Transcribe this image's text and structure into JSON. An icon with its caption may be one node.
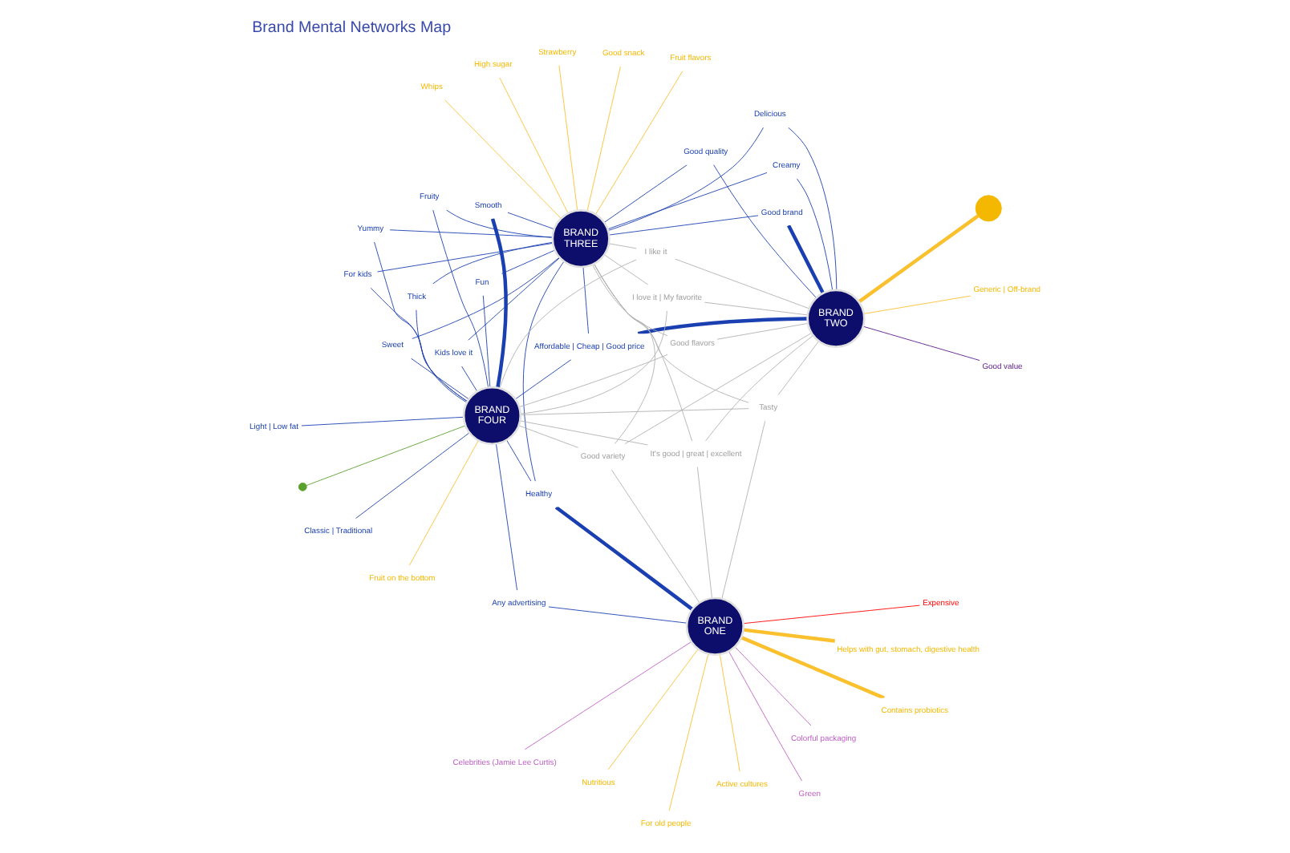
{
  "diagram": {
    "title": "Brand Mental Networks Map",
    "nodes": [
      {
        "text": [
          "BRAND ONE"
        ]
      },
      {
        "text": [
          "BRAND TWO"
        ]
      },
      {
        "text": [
          "BRAND THREE"
        ]
      },
      {
        "text": [
          "BRAND FOUR"
        ]
      },
      {
        "text": [
          "Helps with gut, stomach, digestive health"
        ]
      },
      {
        "text": [
          "Nutritious"
        ]
      },
      {
        "text": [
          "For old people"
        ]
      },
      {
        "text": [
          "Contains probiotics"
        ]
      },
      {
        "text": [
          "Active cultures"
        ]
      },
      {
        "text": [
          "Colorful packaging"
        ]
      },
      {
        "text": [
          "Green"
        ]
      },
      {
        "text": [
          "Celebrities (Jamie Lee Curtis)"
        ]
      },
      {
        "text": [
          "Expensive"
        ]
      },
      {
        "text": [
          "Generic | Off-brand"
        ]
      },
      {
        "text": [],
        "shape": "circle"
      },
      {
        "text": [
          "Good value"
        ]
      },
      {
        "text": [
          "Fruit flavors"
        ]
      },
      {
        "text": [
          "Good snack"
        ]
      },
      {
        "text": [
          "High sugar"
        ]
      },
      {
        "text": [
          "Strawberry"
        ]
      },
      {
        "text": [
          "Whips"
        ]
      },
      {
        "text": [],
        "shape": "circle"
      },
      {
        "text": [
          "Fruit on the bottom"
        ]
      },
      {
        "text": [
          "Any advertising"
        ]
      },
      {
        "text": [
          "Good quality"
        ]
      },
      {
        "text": [
          "Good brand"
        ]
      },
      {
        "text": [
          "Creamy"
        ]
      },
      {
        "text": [
          "Delicious"
        ]
      },
      {
        "text": [
          "Affordable | Cheap | Good price"
        ]
      },
      {
        "text": [
          "Healthy"
        ]
      },
      {
        "text": [
          "Fruity"
        ]
      },
      {
        "text": [
          "Fun"
        ]
      },
      {
        "text": [
          "Kids love it"
        ]
      },
      {
        "text": [
          "For kids"
        ]
      },
      {
        "text": [
          "Smooth"
        ]
      },
      {
        "text": [
          "Classic | Traditional"
        ]
      },
      {
        "text": [
          "Light | Low fat"
        ]
      },
      {
        "text": [
          "Yummy"
        ]
      },
      {
        "text": [
          "Thick"
        ]
      },
      {
        "text": [
          "Sweet"
        ]
      },
      {
        "text": [
          "It's good | great | excellent"
        ]
      },
      {
        "text": [
          "I like it"
        ]
      },
      {
        "text": [
          "I love it | My favorite"
        ]
      },
      {
        "text": [
          "Tasty"
        ]
      },
      {
        "text": [
          "Good flavors"
        ]
      },
      {
        "text": [
          "Good variety"
        ]
      }
    ],
    "edges": [
      {
        "from": 0,
        "to": 4,
        "arrow": "none",
        "style": "thick",
        "color": "#fbc02d"
      },
      {
        "from": 0,
        "to": 5,
        "arrow": "none",
        "color": "#fbc02d"
      },
      {
        "from": 0,
        "to": 6,
        "arrow": "none",
        "color": "#fbc02d"
      },
      {
        "from": 0,
        "to": 7,
        "arrow": "none",
        "style": "thick",
        "color": "#fbc02d"
      },
      {
        "from": 0,
        "to": 8,
        "arrow": "none",
        "color": "#fbc02d"
      },
      {
        "from": 0,
        "to": 9,
        "arrow": "none",
        "color": "#c060c8"
      },
      {
        "from": 0,
        "to": 10,
        "arrow": "none",
        "color": "#c060c8"
      },
      {
        "from": 0,
        "to": 11,
        "arrow": "none",
        "color": "#c060c8"
      },
      {
        "from": 0,
        "to": 12,
        "arrow": "none",
        "color": "#ff0000"
      },
      {
        "from": 1,
        "to": 13,
        "arrow": "none",
        "color": "#fbc02d"
      },
      {
        "from": 1,
        "to": 14,
        "arrow": "none",
        "style": "thick",
        "color": "#fbc02d"
      },
      {
        "from": 1,
        "to": 15,
        "arrow": "none",
        "color": "#5a1a8a"
      },
      {
        "from": 2,
        "to": 16,
        "arrow": "none",
        "color": "#fbc02d"
      },
      {
        "from": 2,
        "to": 17,
        "arrow": "none",
        "color": "#fbc02d"
      },
      {
        "from": 2,
        "to": 18,
        "arrow": "none",
        "color": "#fbc02d"
      },
      {
        "from": 2,
        "to": 19,
        "arrow": "none",
        "color": "#fbc02d"
      },
      {
        "from": 2,
        "to": 20,
        "arrow": "none",
        "color": "#fbc02d"
      },
      {
        "from": 3,
        "to": 21,
        "arrow": "none",
        "color": "#5aa02c"
      },
      {
        "from": 3,
        "to": 22,
        "arrow": "none",
        "color": "#fbc02d"
      },
      {
        "from": 0,
        "to": 23,
        "arrow": "none"
      },
      {
        "from": 3,
        "to": 23,
        "arrow": "none"
      },
      {
        "from": 1,
        "to": 24,
        "arrow": "none"
      },
      {
        "from": 2,
        "to": 24,
        "arrow": "none"
      },
      {
        "from": 1,
        "to": 25,
        "arrow": "none",
        "style": "thick"
      },
      {
        "from": 2,
        "to": 25,
        "arrow": "none"
      },
      {
        "from": 1,
        "to": 26,
        "arrow": "none"
      },
      {
        "from": 2,
        "to": 26,
        "arrow": "none"
      },
      {
        "from": 1,
        "to": 27,
        "arrow": "none"
      },
      {
        "from": 2,
        "to": 27,
        "arrow": "none"
      },
      {
        "from": 1,
        "to": 28,
        "arrow": "none",
        "style": "thick"
      },
      {
        "from": 2,
        "to": 28,
        "arrow": "none"
      },
      {
        "from": 3,
        "to": 28,
        "arrow": "none"
      },
      {
        "from": 0,
        "to": 29,
        "arrow": "none",
        "style": "thick"
      },
      {
        "from": 2,
        "to": 29,
        "arrow": "none"
      },
      {
        "from": 3,
        "to": 29,
        "arrow": "none"
      },
      {
        "from": 2,
        "to": 30,
        "arrow": "none"
      },
      {
        "from": 3,
        "to": 30,
        "arrow": "none"
      },
      {
        "from": 2,
        "to": 31,
        "arrow": "none"
      },
      {
        "from": 3,
        "to": 31,
        "arrow": "none"
      },
      {
        "from": 2,
        "to": 32,
        "arrow": "none"
      },
      {
        "from": 3,
        "to": 32,
        "arrow": "none"
      },
      {
        "from": 2,
        "to": 33,
        "arrow": "none"
      },
      {
        "from": 3,
        "to": 33,
        "arrow": "none"
      },
      {
        "from": 2,
        "to": 34,
        "arrow": "none"
      },
      {
        "from": 3,
        "to": 34,
        "arrow": "none",
        "style": "thick"
      },
      {
        "from": 3,
        "to": 35,
        "arrow": "none"
      },
      {
        "from": 3,
        "to": 36,
        "arrow": "none"
      },
      {
        "from": 2,
        "to": 37,
        "arrow": "none"
      },
      {
        "from": 3,
        "to": 37,
        "arrow": "none"
      },
      {
        "from": 2,
        "to": 38,
        "arrow": "none"
      },
      {
        "from": 3,
        "to": 38,
        "arrow": "none"
      },
      {
        "from": 2,
        "to": 39,
        "arrow": "none"
      },
      {
        "from": 3,
        "to": 39,
        "arrow": "none"
      },
      {
        "from": 0,
        "to": 40,
        "arrow": "none",
        "color": "#b0b0b0"
      },
      {
        "from": 1,
        "to": 40,
        "arrow": "none",
        "color": "#b0b0b0"
      },
      {
        "from": 2,
        "to": 40,
        "arrow": "none",
        "color": "#b0b0b0"
      },
      {
        "from": 3,
        "to": 40,
        "arrow": "none",
        "color": "#b0b0b0"
      },
      {
        "from": 1,
        "to": 41,
        "arrow": "none",
        "color": "#b0b0b0"
      },
      {
        "from": 2,
        "to": 41,
        "arrow": "none",
        "color": "#b0b0b0"
      },
      {
        "from": 3,
        "to": 41,
        "arrow": "none",
        "color": "#b0b0b0"
      },
      {
        "from": 1,
        "to": 42,
        "arrow": "none",
        "color": "#b0b0b0"
      },
      {
        "from": 2,
        "to": 42,
        "arrow": "none",
        "color": "#b0b0b0"
      },
      {
        "from": 3,
        "to": 42,
        "arrow": "none",
        "color": "#b0b0b0"
      },
      {
        "from": 0,
        "to": 43,
        "arrow": "none",
        "color": "#b0b0b0"
      },
      {
        "from": 1,
        "to": 43,
        "arrow": "none",
        "color": "#b0b0b0"
      },
      {
        "from": 2,
        "to": 43,
        "arrow": "none",
        "color": "#b0b0b0"
      },
      {
        "from": 3,
        "to": 43,
        "arrow": "none",
        "color": "#b0b0b0"
      },
      {
        "from": 1,
        "to": 44,
        "arrow": "none",
        "color": "#b0b0b0"
      },
      {
        "from": 2,
        "to": 44,
        "arrow": "none",
        "color": "#b0b0b0"
      },
      {
        "from": 3,
        "to": 44,
        "arrow": "none",
        "color": "#b0b0b0"
      },
      {
        "from": 0,
        "to": 45,
        "arrow": "none",
        "color": "#b0b0b0"
      },
      {
        "from": 1,
        "to": 45,
        "arrow": "none",
        "color": "#b0b0b0"
      },
      {
        "from": 2,
        "to": 45,
        "arrow": "none",
        "color": "#b0b0b0"
      },
      {
        "from": 3,
        "to": 45,
        "arrow": "none",
        "color": "#b0b0b0"
      }
    ]
  }
}
